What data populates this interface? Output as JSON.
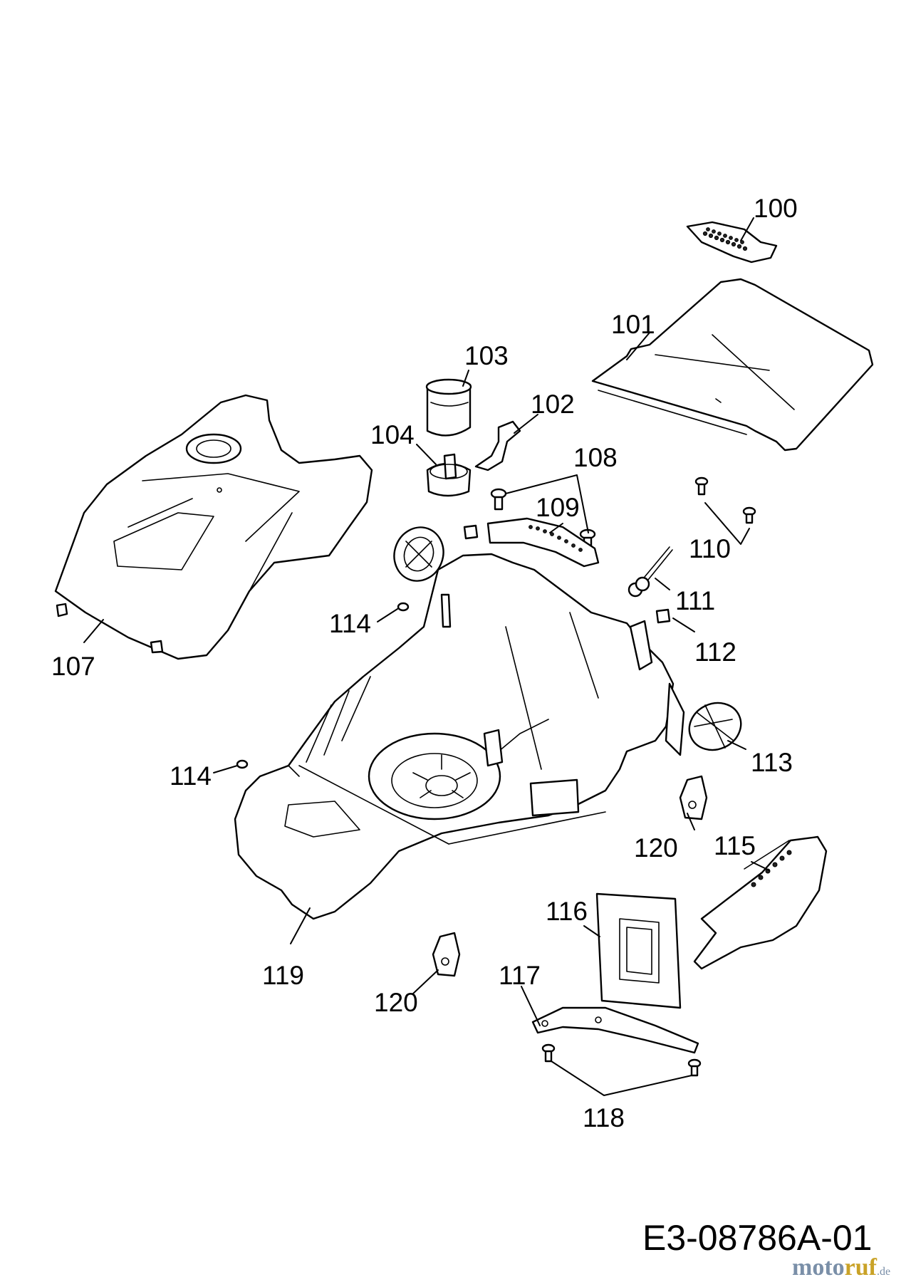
{
  "diagram": {
    "part_labels": [
      {
        "id": "100",
        "text": "100"
      },
      {
        "id": "101",
        "text": "101"
      },
      {
        "id": "102",
        "text": "102"
      },
      {
        "id": "103",
        "text": "103"
      },
      {
        "id": "104",
        "text": "104"
      },
      {
        "id": "107",
        "text": "107"
      },
      {
        "id": "108",
        "text": "108"
      },
      {
        "id": "109",
        "text": "109"
      },
      {
        "id": "110",
        "text": "110"
      },
      {
        "id": "111",
        "text": "111"
      },
      {
        "id": "112",
        "text": "112"
      },
      {
        "id": "113",
        "text": "113"
      },
      {
        "id": "114a",
        "text": "114"
      },
      {
        "id": "114b",
        "text": "114"
      },
      {
        "id": "115",
        "text": "115"
      },
      {
        "id": "116",
        "text": "116"
      },
      {
        "id": "117",
        "text": "117"
      },
      {
        "id": "118",
        "text": "118"
      },
      {
        "id": "119",
        "text": "119"
      },
      {
        "id": "120a",
        "text": "120"
      },
      {
        "id": "120b",
        "text": "120"
      }
    ],
    "drawing_code": "E3-08786A-01",
    "watermark": {
      "part1": "moto",
      "part2": "ruf",
      "suffix": ".de"
    }
  }
}
